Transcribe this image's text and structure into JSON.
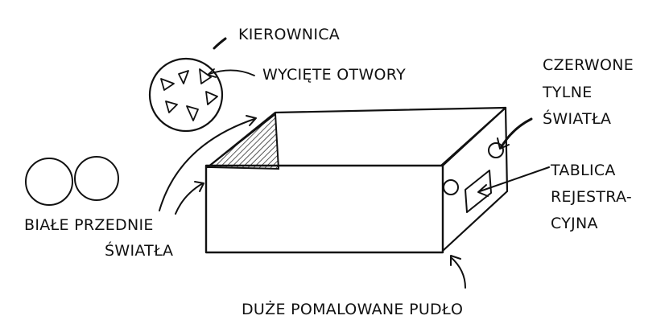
{
  "labels": {
    "steering_wheel": "KIEROWNICA",
    "cut_holes": "WYCIĘTE OTWORY",
    "rear_lights_line1": "CZERWONE",
    "rear_lights_line2": "TYLNE",
    "rear_lights_line3": "ŚWIATŁA",
    "plate_line1": "TABLICA",
    "plate_line2": "REJESTRA-",
    "plate_line3": "CYJNA",
    "front_lights_line1": "BIAŁE PRZEDNIE",
    "front_lights_line2": "ŚWIATŁA",
    "box": "DUŻE POMALOWANE PUDŁO"
  },
  "colors": {
    "ink": "#111111",
    "background": "#ffffff"
  }
}
